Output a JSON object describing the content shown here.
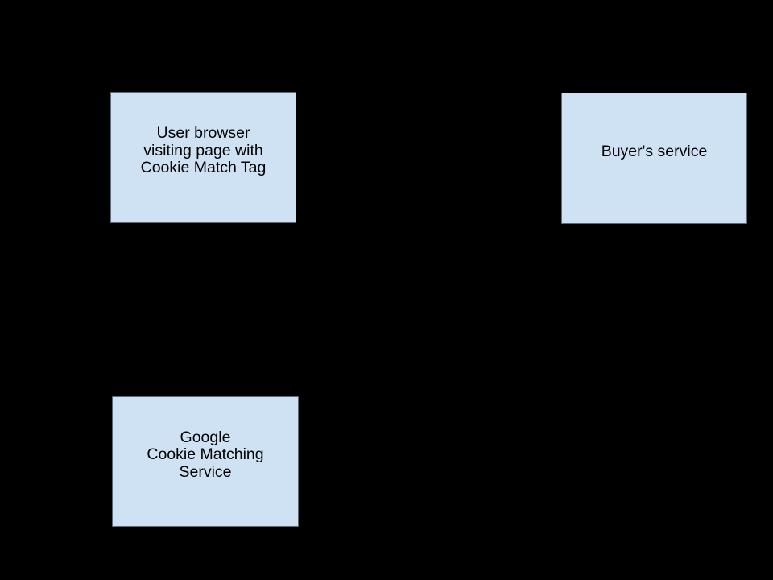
{
  "diagram": {
    "type": "flow-diagram",
    "background_color": "#000000",
    "node_fill_color": "#cfe2f3",
    "node_border_color": "#5a6a7a",
    "node_text_color": "#000000",
    "nodes": {
      "user_browser": {
        "label": "User browser\nvisiting page with\nCookie Match Tag"
      },
      "buyers_service": {
        "label": "Buyer's service"
      },
      "google_cms": {
        "label": "Google\nCookie Matching\nService"
      }
    }
  }
}
